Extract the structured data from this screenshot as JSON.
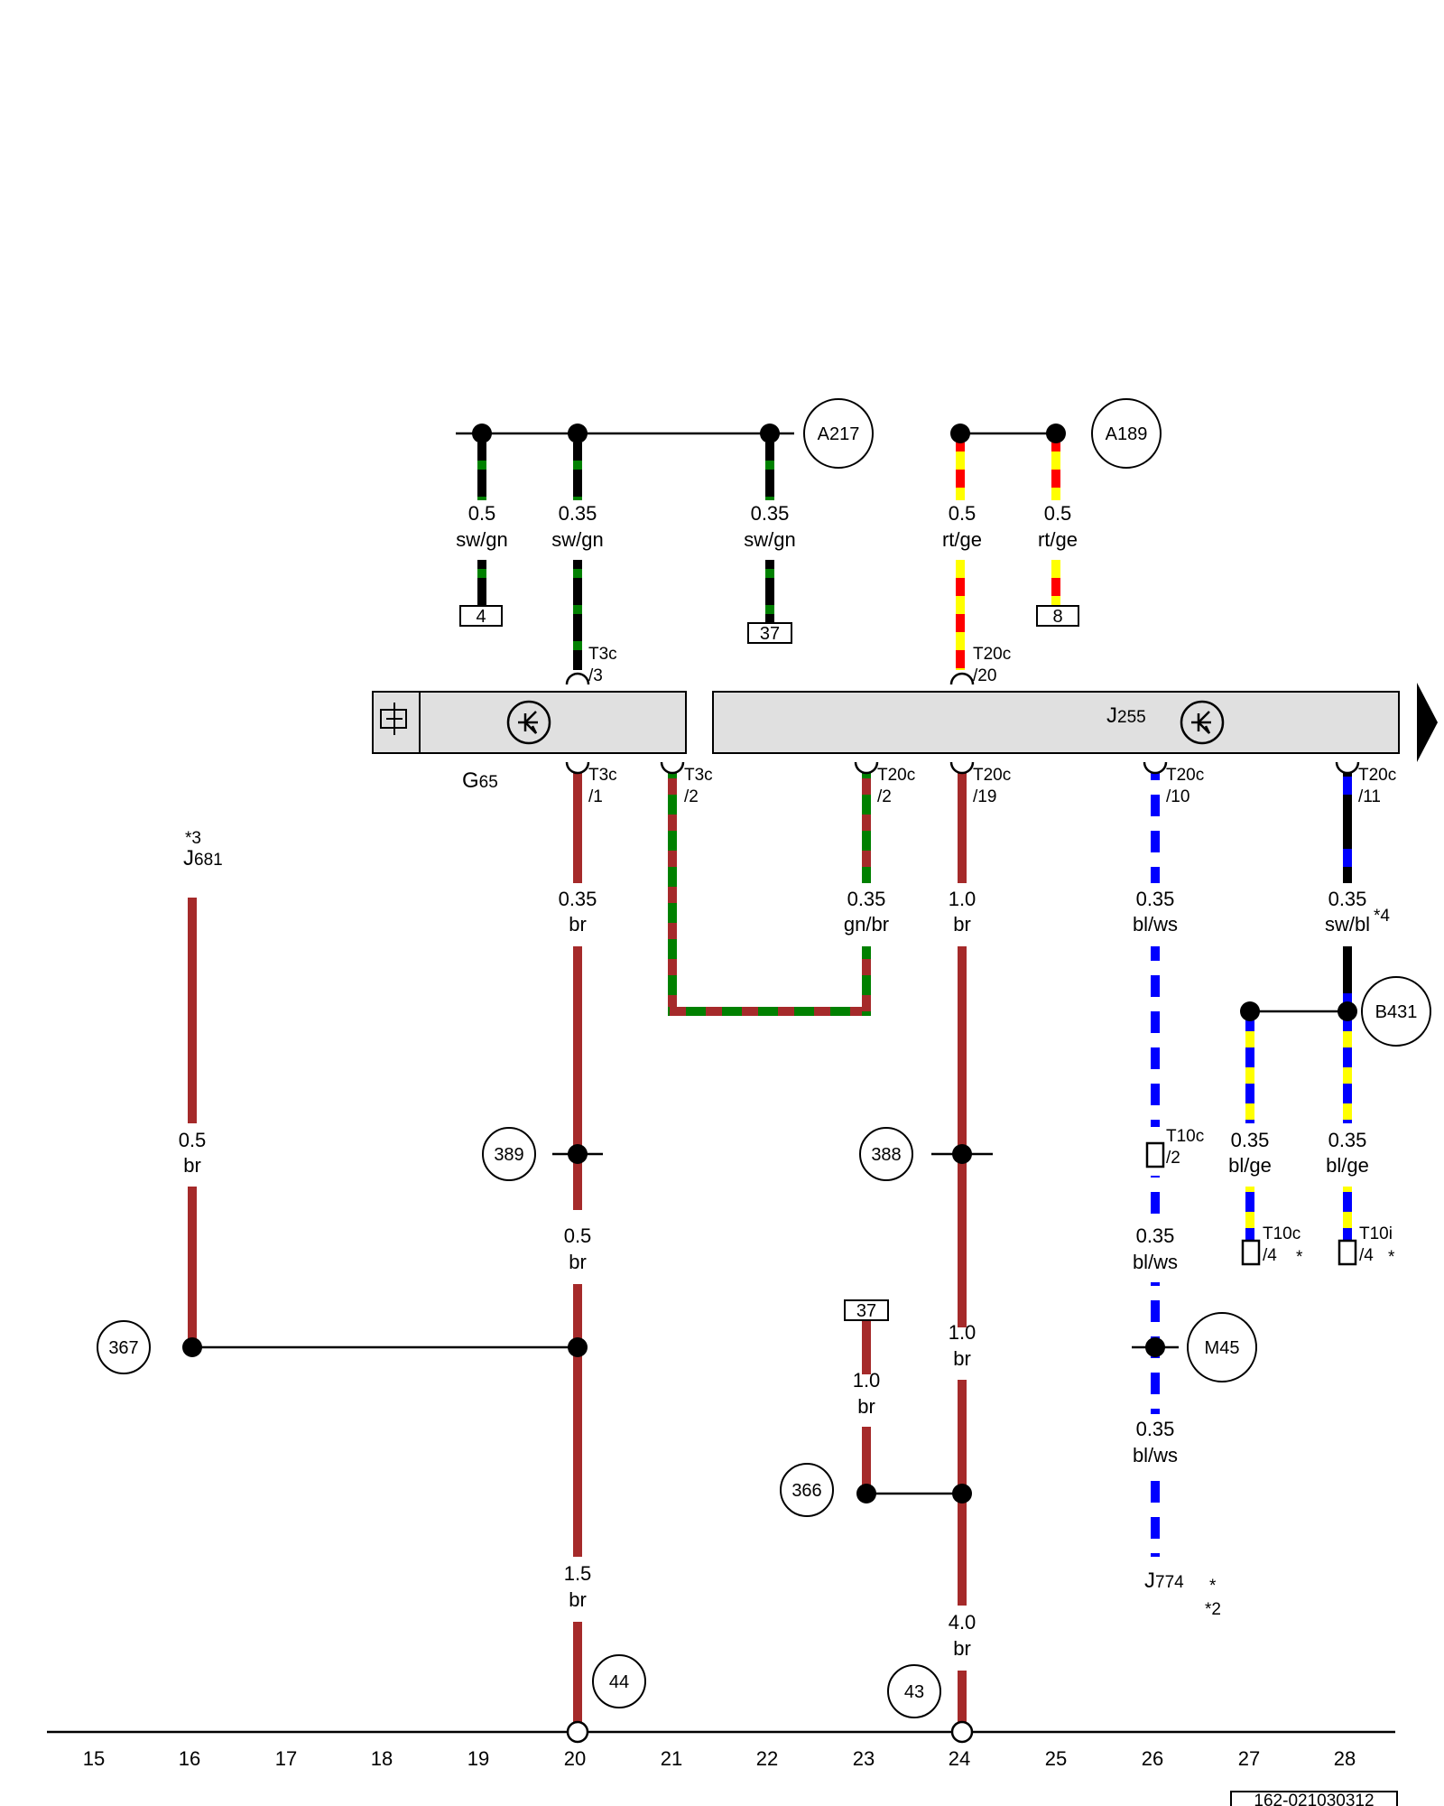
{
  "colors": {
    "br": "#a52a2a",
    "sw": "#000000",
    "gn": "#008000",
    "rt": "#ff0000",
    "ge": "#ffff00",
    "bl": "#0000ff",
    "ws": "#ffffff",
    "box_fill": "#e0e0e0"
  },
  "components": {
    "G65": {
      "name": "G",
      "index": "65"
    },
    "J255": {
      "name": "J",
      "index": "255"
    },
    "J681": {
      "name": "J",
      "index": "681",
      "note": "*3"
    },
    "J774": {
      "name": "J",
      "index": "774",
      "note": "*",
      "note2": "*2"
    }
  },
  "circle_refs": {
    "A217": "A217",
    "A189": "A189",
    "B431": "B431",
    "M45": "M45",
    "r389": "389",
    "r388": "388",
    "r367": "367",
    "r366": "366",
    "r44": "44",
    "r43": "43"
  },
  "terminal_boxes": {
    "t4": "4",
    "t37a": "37",
    "t8": "8",
    "t37b": "37"
  },
  "connectors": {
    "T3c_3": {
      "name": "T3c",
      "pin": "/3"
    },
    "T20c_20": {
      "name": "T20c",
      "pin": "/20"
    },
    "T3c_1": {
      "name": "T3c",
      "pin": "/1"
    },
    "T3c_2": {
      "name": "T3c",
      "pin": "/2"
    },
    "T20c_2": {
      "name": "T20c",
      "pin": "/2"
    },
    "T20c_19": {
      "name": "T20c",
      "pin": "/19"
    },
    "T20c_10": {
      "name": "T20c",
      "pin": "/10"
    },
    "T20c_11": {
      "name": "T20c",
      "pin": "/11"
    },
    "T10c_2": {
      "name": "T10c",
      "pin": "/2"
    },
    "T10c_4": {
      "name": "T10c",
      "pin": "/4",
      "note": "*"
    },
    "T10i_4": {
      "name": "T10i",
      "pin": "/4",
      "note": "*"
    }
  },
  "wires": {
    "w1": {
      "size": "0.5",
      "color": "sw/gn"
    },
    "w2": {
      "size": "0.35",
      "color": "sw/gn"
    },
    "w3": {
      "size": "0.35",
      "color": "sw/gn"
    },
    "w4": {
      "size": "0.5",
      "color": "rt/ge"
    },
    "w5": {
      "size": "0.5",
      "color": "rt/ge"
    },
    "w6": {
      "size": "0.35",
      "color": "br"
    },
    "w7": {
      "size": "0.35",
      "color": "gn/br"
    },
    "w8": {
      "size": "1.0",
      "color": "br"
    },
    "w9": {
      "size": "0.35",
      "color": "bl/ws"
    },
    "w10": {
      "size": "0.35",
      "color": "sw/bl",
      "note": "*4"
    },
    "w11": {
      "size": "0.5",
      "color": "br"
    },
    "w12": {
      "size": "0.35",
      "color": "bl/ge"
    },
    "w13": {
      "size": "0.35",
      "color": "bl/ge"
    },
    "w14": {
      "size": "0.5",
      "color": "br"
    },
    "w15": {
      "size": "0.35",
      "color": "bl/ws"
    },
    "w16": {
      "size": "1.0",
      "color": "br"
    },
    "w17": {
      "size": "1.0",
      "color": "br"
    },
    "w18": {
      "size": "0.35",
      "color": "bl/ws"
    },
    "w19": {
      "size": "1.5",
      "color": "br"
    },
    "w20": {
      "size": "4.0",
      "color": "br"
    }
  },
  "track_numbers": [
    "15",
    "16",
    "17",
    "18",
    "19",
    "20",
    "21",
    "22",
    "23",
    "24",
    "25",
    "26",
    "27",
    "28"
  ],
  "drawing_id": "162-021030312"
}
